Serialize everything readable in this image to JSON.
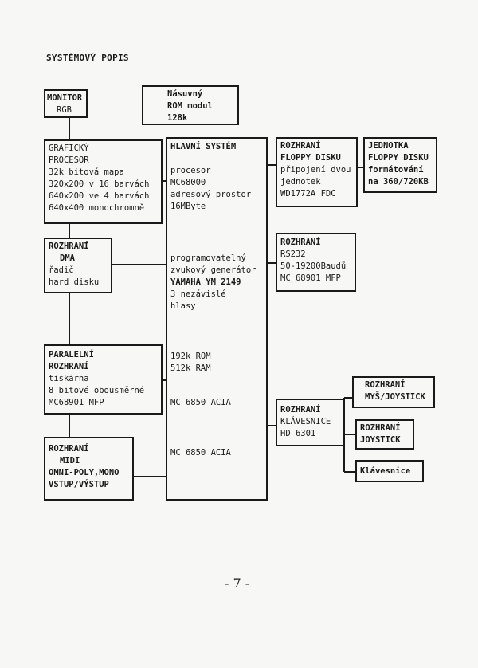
{
  "title": "SYSTÉMOVÝ POPIS",
  "monitor": {
    "lines": [
      "MONITOR",
      "RGB"
    ]
  },
  "rom_module": {
    "lines": [
      "Násuvný",
      "ROM modul",
      "128k"
    ]
  },
  "graphics": {
    "lines": [
      "GRAFICKÝ",
      "PROCESOR",
      "32k bitová mapa",
      "320x200 v 16 barvách",
      "640x200 ve 4 barvách",
      "640x400 monochromně"
    ]
  },
  "dma": {
    "lines": [
      "ROZHRANÍ",
      "DMA",
      "řadič",
      "hard disku"
    ]
  },
  "parallel": {
    "lines": [
      "PARALELNÍ",
      "ROZHRANÍ",
      "tiskárna",
      "8 bitové obousměrné",
      "MC68901 MFP"
    ]
  },
  "midi": {
    "lines": [
      "ROZHRANÍ",
      "MIDI",
      "OMNI-POLY,MONO",
      "VSTUP/VÝSTUP"
    ]
  },
  "main_system": {
    "header": "HLAVNÍ SYSTÉM",
    "cpu": [
      "procesor",
      "MC68000",
      "adresový prostor",
      "16MByte"
    ],
    "sound": [
      "programovatelný",
      "zvukový generátor",
      "YAMAHA YM 2149",
      "3 nezávislé",
      "hlasy"
    ],
    "memory": [
      "192k ROM",
      "512k RAM"
    ],
    "acia1": "MC 6850 ACIA",
    "acia2": "MC 6850 ACIA"
  },
  "floppy": {
    "lines": [
      "ROZHRANÍ",
      "FLOPPY DISKU",
      "připojení dvou",
      "jednotek",
      "WD1772A FDC"
    ]
  },
  "floppy_unit": {
    "lines": [
      "JEDNOTKA",
      "FLOPPY DISKU",
      "formátování",
      "na 360/720KB"
    ]
  },
  "rs232": {
    "lines": [
      "ROZHRANÍ",
      "RS232",
      "50-19200Baudů",
      "MC 68901 MFP"
    ]
  },
  "keyboard_if": {
    "lines": [
      "ROZHRANÍ",
      "KLÁVESNICE",
      "HD 6301"
    ]
  },
  "mouse": {
    "lines": [
      "ROZHRANÍ",
      "MYŠ/JOYSTICK"
    ]
  },
  "joystick": {
    "lines": [
      "ROZHRANÍ",
      "JOYSTICK"
    ]
  },
  "keyboard": {
    "lines": [
      "Klávesnice"
    ]
  },
  "page_number": "- 7 -"
}
